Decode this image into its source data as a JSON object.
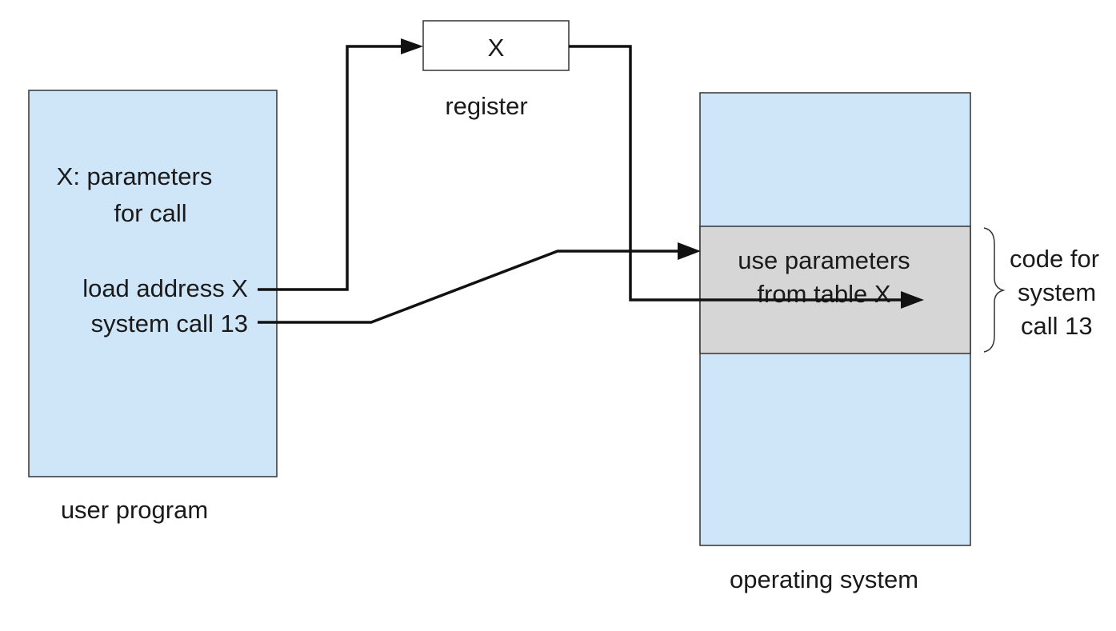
{
  "diagram": {
    "user_program": {
      "caption": "user program",
      "lines": {
        "param_line1": "X: parameters",
        "param_line2": "for call",
        "load_address": "load address X",
        "system_call": "system call 13"
      }
    },
    "register": {
      "value": "X",
      "caption": "register"
    },
    "operating_system": {
      "caption": "operating system",
      "code_block": {
        "line1": "use parameters",
        "line2": "from table X"
      },
      "brace_label": {
        "line1": "code for",
        "line2": "system",
        "line3": "call 13"
      }
    },
    "colors": {
      "memory_block": "#cfe5f8",
      "code_block": "#d6d6d6",
      "register_box": "#ffffff",
      "arrows": "#111111"
    }
  }
}
